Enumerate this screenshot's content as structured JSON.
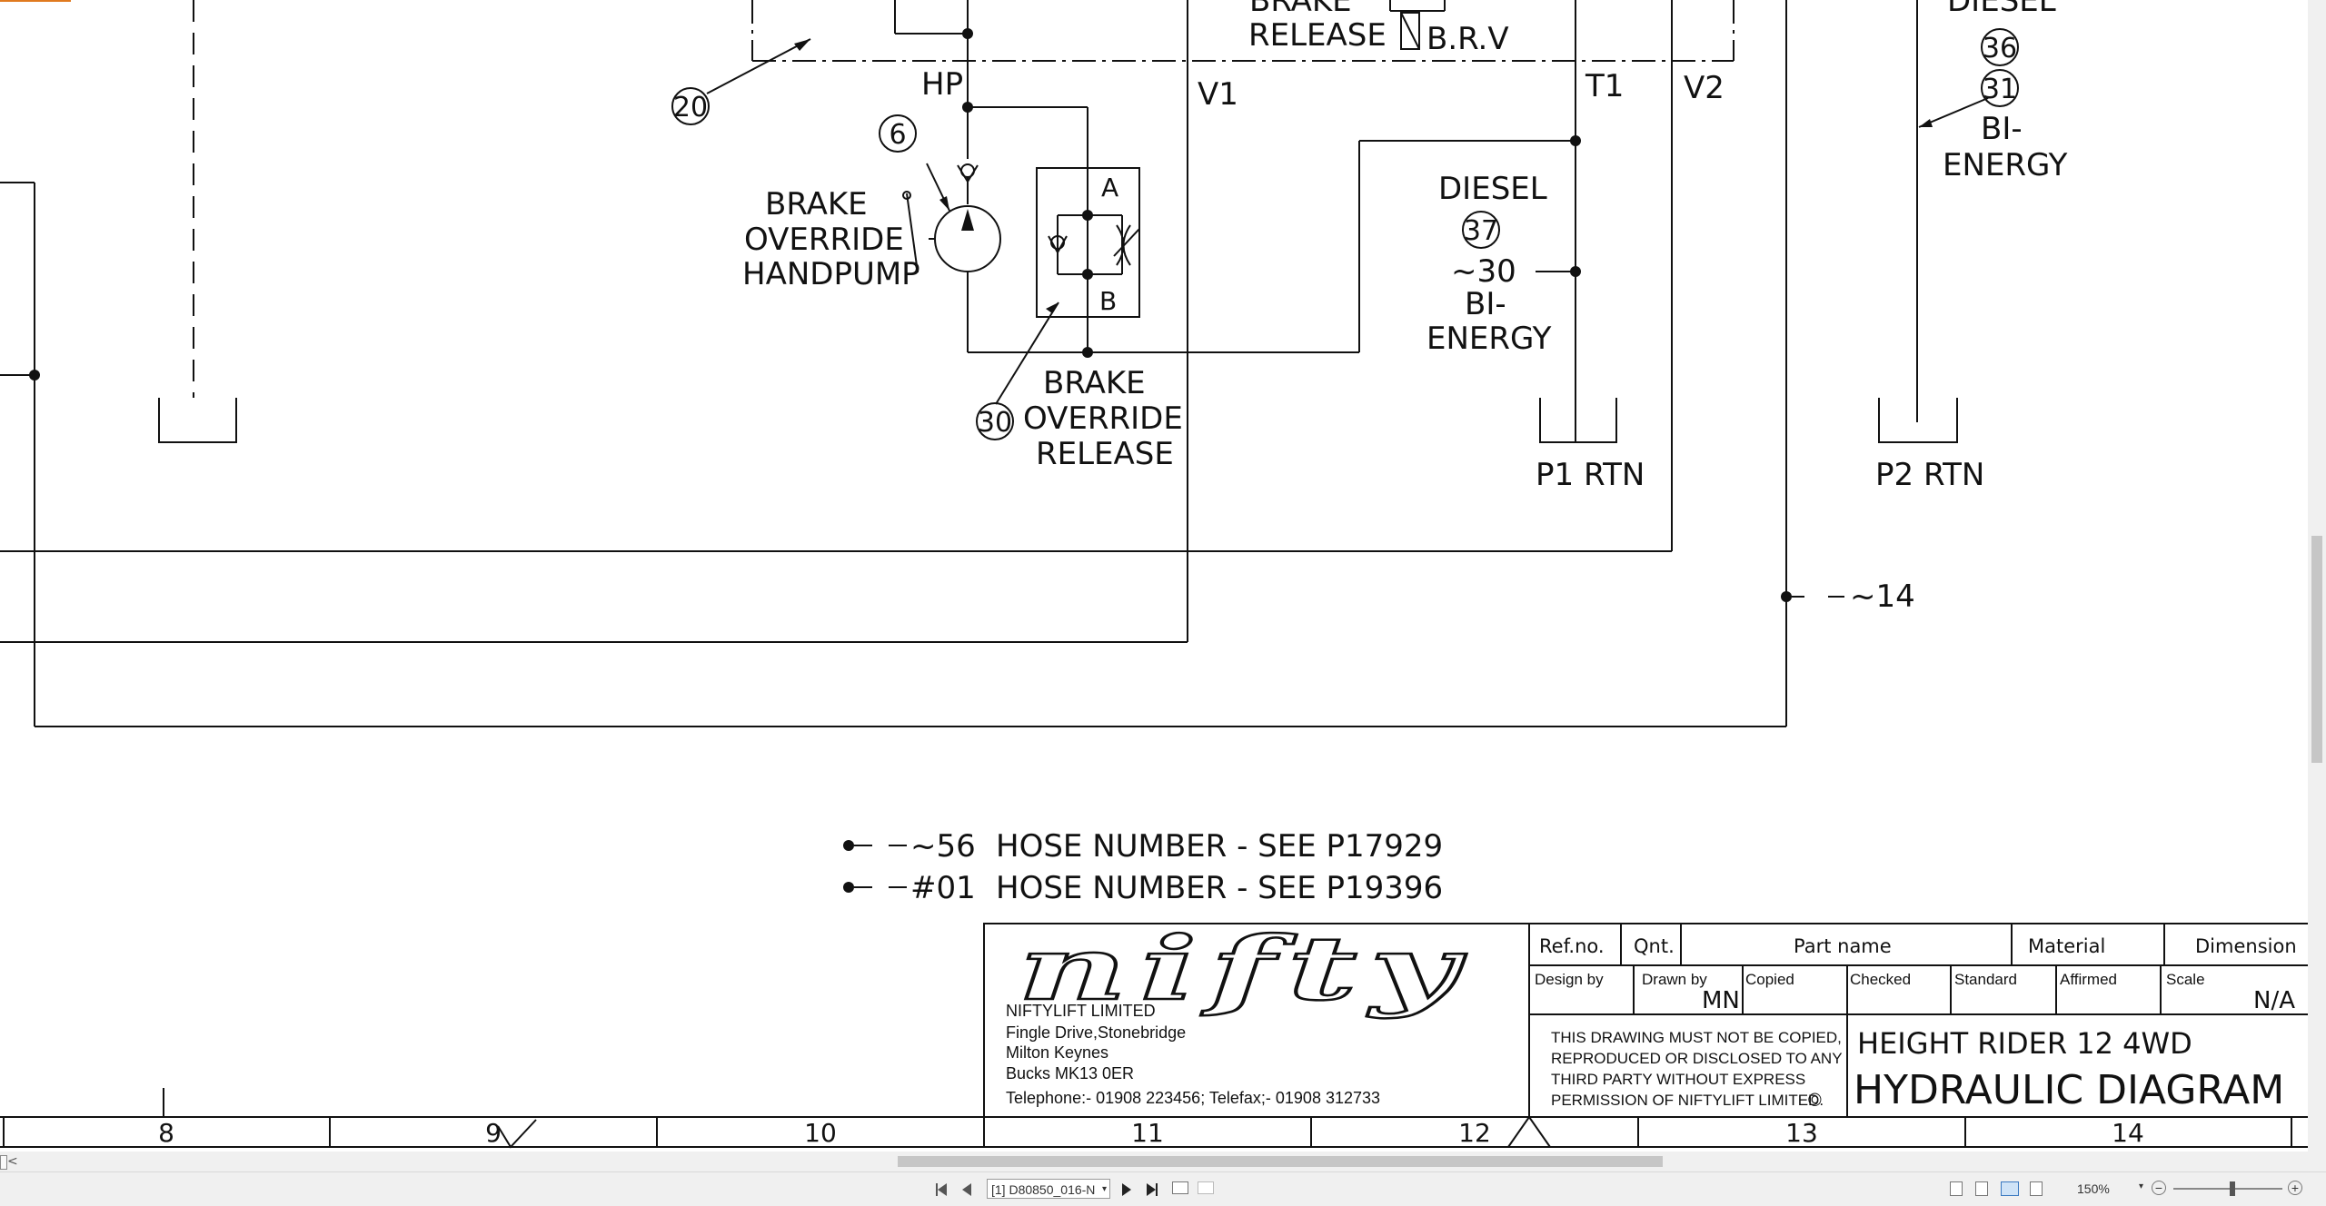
{
  "drawing": {
    "labels": {
      "brake_release": "RELEASE",
      "brake_top": "BRAKE",
      "brv": "B.R.V",
      "hp": "HP",
      "v1": "V1",
      "t1": "T1",
      "v2": "V2",
      "diesel_top": "DIESEL",
      "num36": "36",
      "num31": "31",
      "bi_top": "BI-",
      "energy_top": "ENERGY",
      "num20": "20",
      "num6": "6",
      "handpump_1": "BRAKE",
      "handpump_2": "OVERRIDE",
      "handpump_3": "HANDPUMP",
      "port_a": "A",
      "port_b": "B",
      "diesel_mid": "DIESEL",
      "num37": "37",
      "hose30": "~30",
      "bi_mid": "BI-",
      "energy_mid": "ENERGY",
      "num30": "30",
      "release_1": "BRAKE",
      "release_2": "OVERRIDE",
      "release_3": "RELEASE",
      "p1rtn": "P1 RTN",
      "p2rtn": "P2 RTN",
      "hose14": "~14"
    },
    "legend": [
      {
        "code": "~56",
        "text": "HOSE NUMBER - SEE P17929"
      },
      {
        "code": "#01",
        "text": "HOSE NUMBER - SEE P19396"
      }
    ]
  },
  "title_block": {
    "logo": "nifty",
    "company": "NIFTYLIFT LIMITED",
    "address_1": "Fingle Drive,Stonebridge",
    "address_2": "Milton Keynes",
    "address_3": "Bucks MK13 0ER",
    "phone": "Telephone:- 01908 223456;  Telefax;- 01908 312733",
    "headers": {
      "ref_no": "Ref.no.",
      "qnt": "Qnt.",
      "part_name": "Part name",
      "material": "Material",
      "dimension": "Dimension"
    },
    "fields": {
      "design_by": "Design by",
      "drawn_by": "Drawn by",
      "drawn_by_value": "MN",
      "copied": "Copied",
      "checked": "Checked",
      "standard": "Standard",
      "affirmed": "Affirmed",
      "scale": "Scale",
      "scale_value": "N/A"
    },
    "copyright_1": "THIS DRAWING MUST NOT BE COPIED,",
    "copyright_2": "REPRODUCED OR DISCLOSED TO ANY",
    "copyright_3": "THIRD PARTY WITHOUT EXPRESS",
    "copyright_4": "PERMISSION OF NIFTYLIFT LIMITED.",
    "copyright_symbol": "©",
    "title_1": "HEIGHT RIDER 12 4WD",
    "title_2": "HYDRAULIC DIAGRAM"
  },
  "zones": [
    "8",
    "9",
    "10",
    "11",
    "12",
    "13",
    "14"
  ],
  "viewer": {
    "hscroll_left": "<",
    "page_selector": "[1] D80850_016-N",
    "zoom": "150%"
  }
}
